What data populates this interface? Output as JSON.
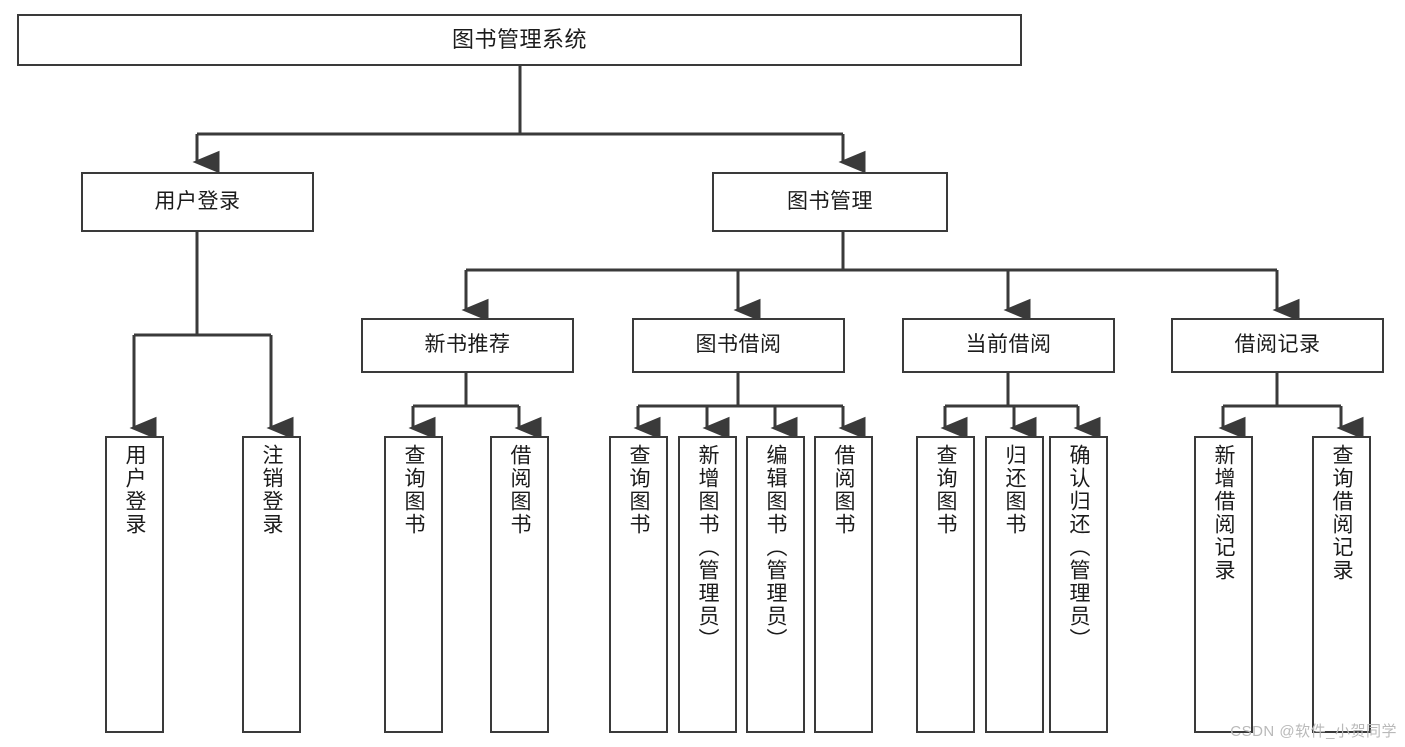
{
  "diagram": {
    "title": "图书管理系统",
    "type": "tree-hierarchy",
    "watermark": "CSDN @软件_小贺同学",
    "colors": {
      "box_border": "#3a3a3a",
      "box_fill": "#ffffff",
      "edge": "#3a3a3a",
      "text": "#1b1b1b",
      "watermark": "#b9b9b9"
    }
  },
  "nodes": {
    "root": {
      "label": "图书管理系统"
    },
    "level1": [
      {
        "id": "user-login",
        "label": "用户登录"
      },
      {
        "id": "book-manage",
        "label": "图书管理"
      }
    ],
    "level2": [
      {
        "id": "new-book-recommend",
        "label": "新书推荐"
      },
      {
        "id": "book-borrow",
        "label": "图书借阅"
      },
      {
        "id": "current-borrow",
        "label": "当前借阅"
      },
      {
        "id": "borrow-record",
        "label": "借阅记录"
      }
    ],
    "leaves": {
      "user_login": [
        {
          "id": "leaf-user-login",
          "label": "用户登录"
        },
        {
          "id": "leaf-user-logout",
          "label": "注销登录"
        }
      ],
      "new_book_recommend": [
        {
          "id": "leaf-query-book-1",
          "label": "查询图书"
        },
        {
          "id": "leaf-borrow-book-1",
          "label": "借阅图书"
        }
      ],
      "book_borrow": [
        {
          "id": "leaf-query-book-2",
          "label": "查询图书"
        },
        {
          "id": "leaf-add-book",
          "label": "新增图书（管理员）"
        },
        {
          "id": "leaf-edit-book",
          "label": "编辑图书（管理员）"
        },
        {
          "id": "leaf-borrow-book-2",
          "label": "借阅图书"
        }
      ],
      "current_borrow": [
        {
          "id": "leaf-query-book-3",
          "label": "查询图书"
        },
        {
          "id": "leaf-return-book",
          "label": "归还图书"
        },
        {
          "id": "leaf-confirm-return",
          "label": "确认归还（管理员）"
        }
      ],
      "borrow_record": [
        {
          "id": "leaf-add-record",
          "label": "新增借阅记录"
        },
        {
          "id": "leaf-query-record",
          "label": "查询借阅记录"
        }
      ]
    }
  }
}
